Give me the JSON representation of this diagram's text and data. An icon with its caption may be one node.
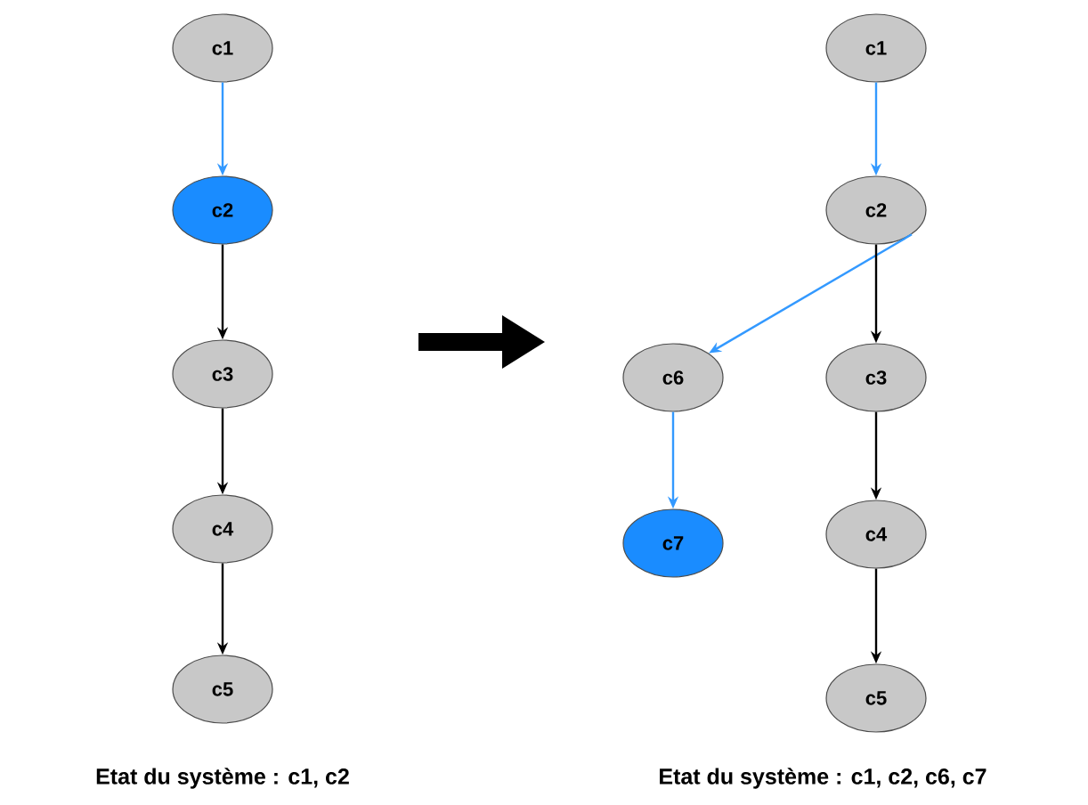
{
  "diagram": {
    "nodes": [
      {
        "text": [
          "c1"
        ]
      },
      {
        "text": [
          "c2"
        ]
      },
      {
        "text": [
          "c3"
        ]
      },
      {
        "text": [
          "c4"
        ]
      },
      {
        "text": [
          "c5"
        ]
      },
      {
        "text": [
          "c1"
        ]
      },
      {
        "text": [
          "c2"
        ]
      },
      {
        "text": [
          "c6"
        ]
      },
      {
        "text": [
          "c3"
        ]
      },
      {
        "text": [
          "c7"
        ]
      },
      {
        "text": [
          "c4"
        ]
      },
      {
        "text": [
          "c5"
        ]
      }
    ],
    "edges": [
      {
        "from": 0,
        "to": 1,
        "arrow": "to",
        "color": "#3399ff"
      },
      {
        "from": 1,
        "to": 2,
        "arrow": "to"
      },
      {
        "from": 2,
        "to": 3,
        "arrow": "to"
      },
      {
        "from": 3,
        "to": 4,
        "arrow": "to"
      },
      {
        "from": 5,
        "to": 6,
        "arrow": "to",
        "color": "#3399ff"
      },
      {
        "from": 6,
        "to": 7,
        "arrow": "to",
        "color": "#3399ff"
      },
      {
        "from": 6,
        "to": 8,
        "arrow": "to"
      },
      {
        "from": 7,
        "to": 9,
        "arrow": "to",
        "color": "#3399ff"
      },
      {
        "from": 8,
        "to": 10,
        "arrow": "to"
      },
      {
        "from": 10,
        "to": 11,
        "arrow": "to"
      }
    ],
    "labels": [
      "Etat du système : c1, c2",
      "Etat du système : c1, c2, c6, c7"
    ]
  }
}
